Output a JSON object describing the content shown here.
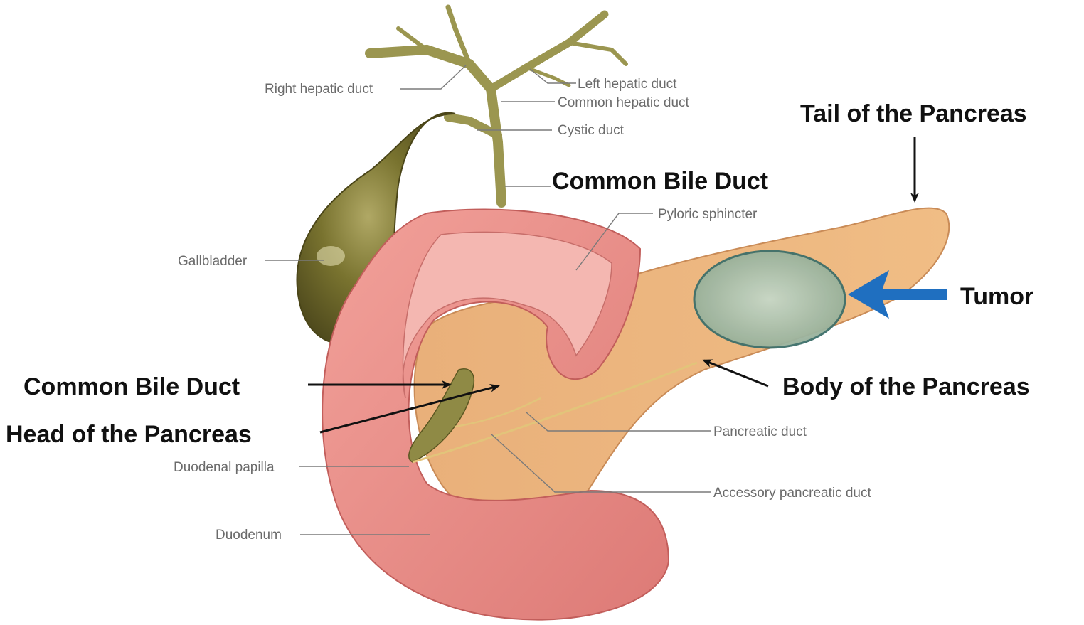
{
  "labels": {
    "right_hepatic_duct": "Right hepatic duct",
    "left_hepatic_duct": "Left hepatic duct",
    "common_hepatic_duct": "Common hepatic duct",
    "cystic_duct": "Cystic duct",
    "gallbladder": "Gallbladder",
    "pyloric_sphincter": "Pyloric sphincter",
    "pancreatic_duct": "Pancreatic duct",
    "accessory_pancreatic_duct": "Accessory pancreatic duct",
    "duodenal_papilla": "Duodenal papilla",
    "duodenum": "Duodenum"
  },
  "callouts": {
    "tail": "Tail of the Pancreas",
    "common_bile_duct_top": "Common Bile Duct",
    "tumor": "Tumor",
    "common_bile_duct_left": "Common Bile Duct",
    "head": "Head of the Pancreas",
    "body": "Body of the Pancreas"
  },
  "colors": {
    "gallbladder": "#6f6a2c",
    "bile_duct": "#8a8444",
    "duodenum": "#e98c86",
    "pancreas": "#e6a86a",
    "tumor": "#9eb8a6",
    "tumor_arrow": "#1f6fc0"
  }
}
